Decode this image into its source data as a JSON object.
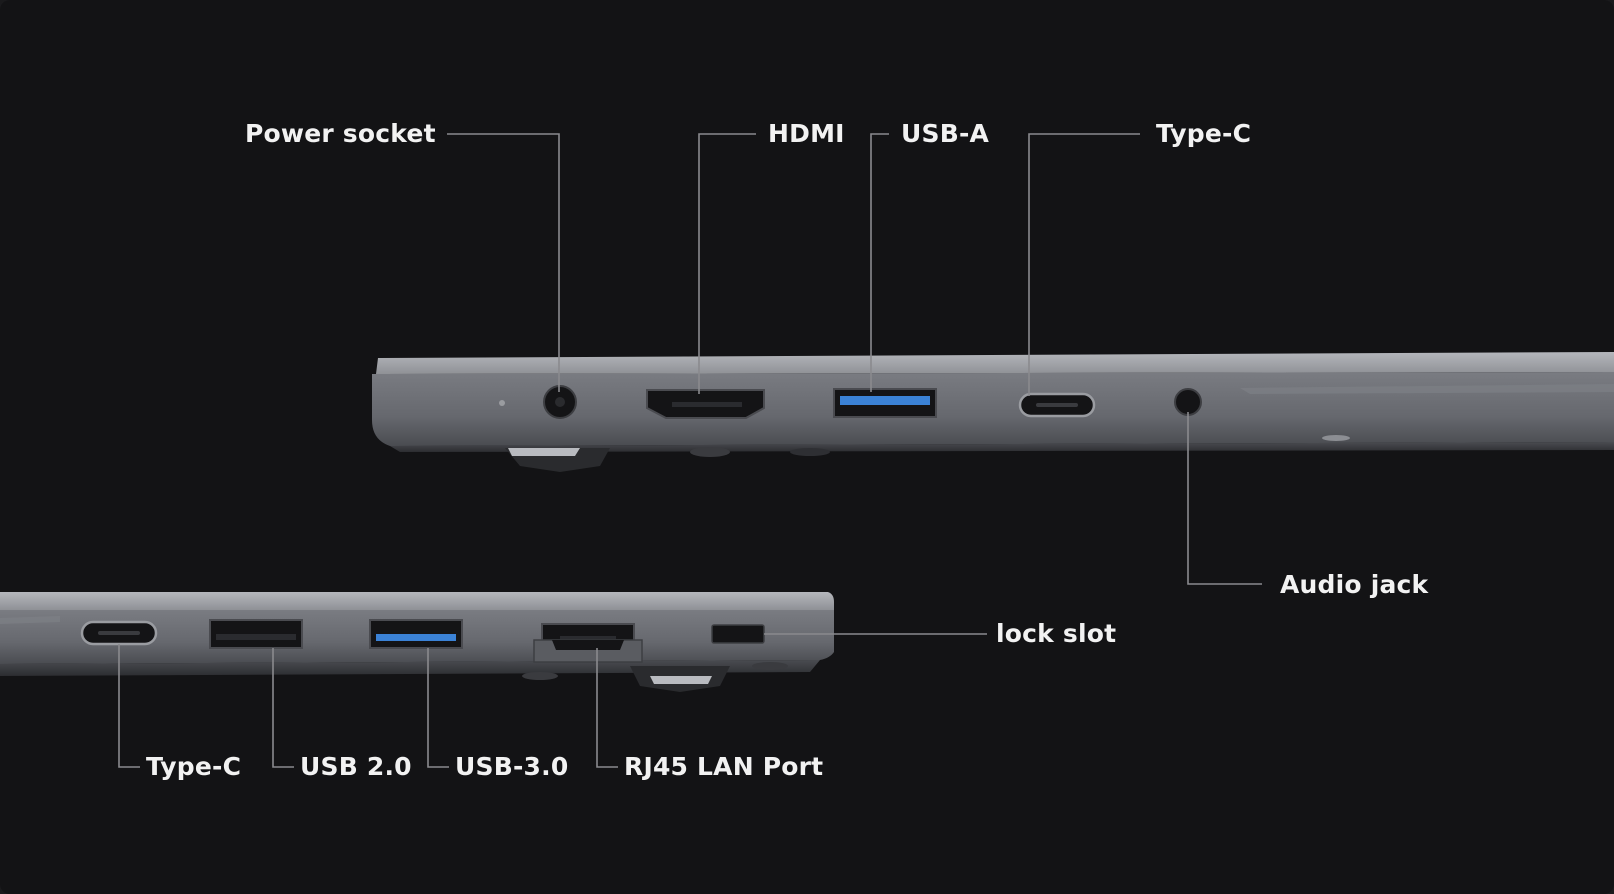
{
  "colors": {
    "background": "#131315",
    "chassis_top": "#9c9ea4",
    "chassis_side": "#6c6e74",
    "port_dark": "#141416",
    "usb3_blue": "#3b82d6",
    "leader_line": "#8a8a8e",
    "label_text": "#f2f2f2"
  },
  "top_side_labels": {
    "power_socket": "Power socket",
    "hdmi": "HDMI",
    "usb_a": "USB-A",
    "type_c": "Type-C",
    "audio_jack": "Audio jack"
  },
  "bottom_side_labels": {
    "type_c": "Type-C",
    "usb_2_0": "USB 2.0",
    "usb_3_0": "USB-3.0",
    "rj45": "RJ45 LAN Port",
    "lock_slot": "lock slot"
  },
  "icons": {
    "power_port": "barrel-jack-port-icon",
    "hdmi_port": "hdmi-port-icon",
    "usb_a_port": "usb-a-port-icon",
    "type_c_port": "usb-c-port-icon",
    "audio_port": "audio-jack-port-icon",
    "usb2_port": "usb-2-port-icon",
    "usb3_port": "usb-3-port-icon",
    "rj45_port": "ethernet-port-icon",
    "lock_port": "kensington-lock-slot-icon"
  }
}
